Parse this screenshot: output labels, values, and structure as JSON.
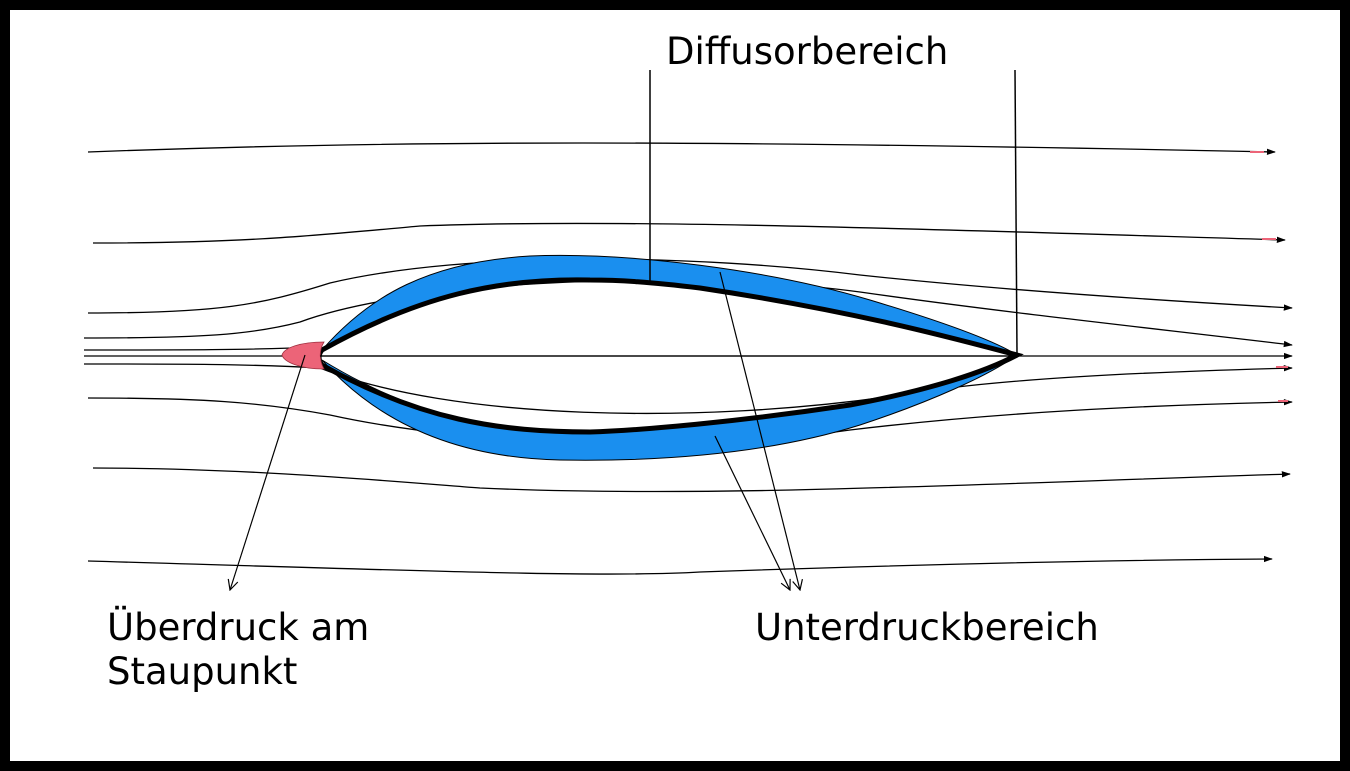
{
  "labels": {
    "diffusor": "Diffusorbereich",
    "ueberdruck_line1": "Überdruck am",
    "ueberdruck_line2": "Staupunkt",
    "unterdruck": "Unterdruckbereich"
  },
  "colors": {
    "background": "#ffffff",
    "frame": "#000000",
    "low_pressure": "#1a8fef",
    "high_pressure": "#ec6478",
    "lines": "#000000"
  }
}
